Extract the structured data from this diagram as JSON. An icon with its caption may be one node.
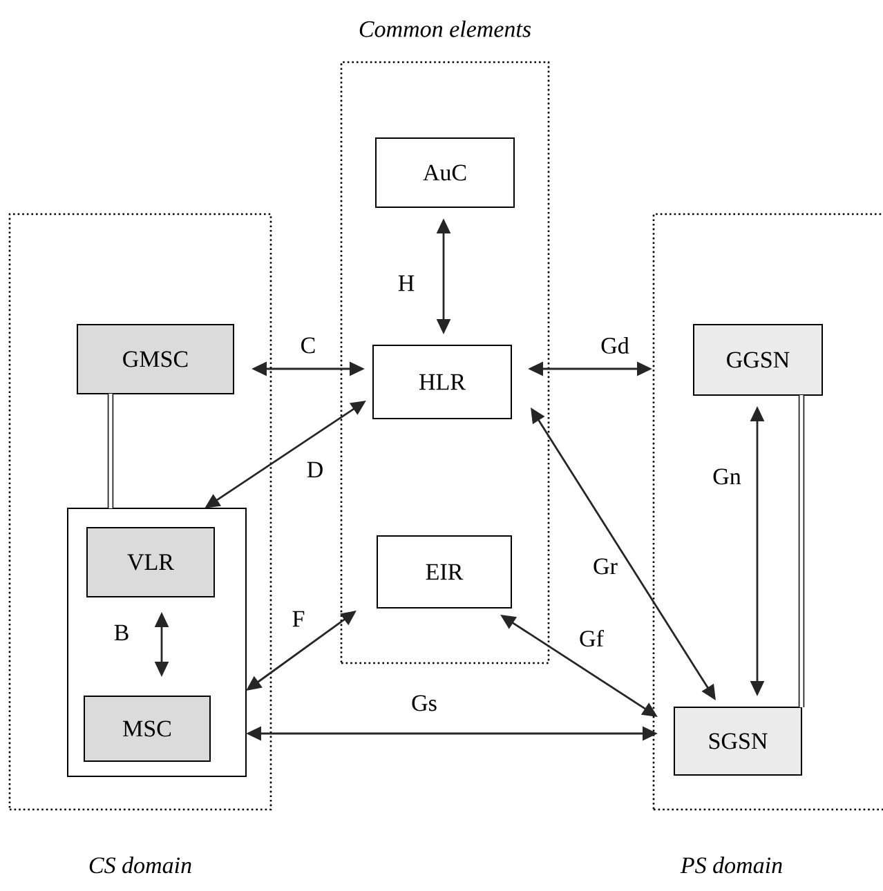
{
  "diagram": {
    "nodes": [
      {
        "text": [
          "Common elements"
        ]
      },
      {
        "text": [
          "AuC"
        ],
        "in": 0
      },
      {
        "text": [
          "HLR"
        ],
        "in": 0
      },
      {
        "text": [
          "EIR"
        ],
        "in": 0
      },
      {
        "text": [
          "CS domain"
        ]
      },
      {
        "text": [
          "GMSC"
        ],
        "in": 4
      },
      {
        "text": [],
        "shape": "box",
        "in": 4
      },
      {
        "text": [
          "VLR"
        ],
        "in": 6
      },
      {
        "text": [
          "MSC"
        ],
        "in": 6
      },
      {
        "text": [
          "PS domain"
        ]
      },
      {
        "text": [
          "GGSN"
        ],
        "in": 9
      },
      {
        "text": [
          "SGSN"
        ],
        "in": 9
      }
    ],
    "edges": [
      {
        "from": 1,
        "to": 2,
        "arrow": "both",
        "label": "H"
      },
      {
        "from": 5,
        "to": 2,
        "arrow": "both",
        "label": "C"
      },
      {
        "from": 2,
        "to": 9,
        "arrow": "both",
        "label": "Gd"
      },
      {
        "from": 5,
        "to": 6,
        "arrow": "none",
        "style": "thick"
      },
      {
        "from": 10,
        "to": 11,
        "arrow": "none",
        "style": "thick"
      },
      {
        "from": 2,
        "to": 6,
        "arrow": "both",
        "label": "D"
      },
      {
        "from": 10,
        "to": 11,
        "arrow": "both",
        "label": "Gn"
      },
      {
        "from": 7,
        "to": 8,
        "arrow": "both",
        "label": "B"
      },
      {
        "from": 3,
        "to": 6,
        "arrow": "both",
        "label": "F"
      },
      {
        "from": 2,
        "to": 11,
        "arrow": "both",
        "label": "Gr"
      },
      {
        "from": 3,
        "to": 11,
        "arrow": "both",
        "label": "Gf"
      },
      {
        "from": 6,
        "to": 11,
        "arrow": "both",
        "label": "Gs"
      }
    ]
  }
}
